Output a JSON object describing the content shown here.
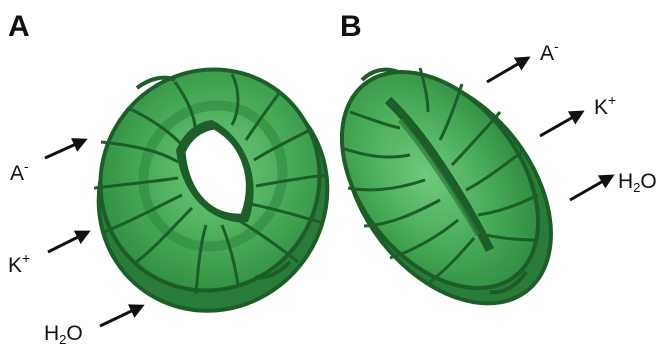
{
  "panels": [
    {
      "letter": "A",
      "state": "open",
      "labels": [
        {
          "base": "A",
          "sup": "-"
        },
        {
          "base": "K",
          "sup": "+"
        },
        {
          "base": "H",
          "sub": "2",
          "tail": "O"
        }
      ]
    },
    {
      "letter": "B",
      "state": "closed",
      "labels": [
        {
          "base": "A",
          "sup": "-"
        },
        {
          "base": "K",
          "sup": "+"
        },
        {
          "base": "H",
          "sub": "2",
          "tail": "O"
        }
      ]
    }
  ],
  "colors": {
    "cell_dark": "#1e6b2f",
    "cell_mid": "#2f8f41",
    "cell_light": "#4db05c",
    "cell_highlight": "#62c170",
    "arrow": "#111111"
  }
}
